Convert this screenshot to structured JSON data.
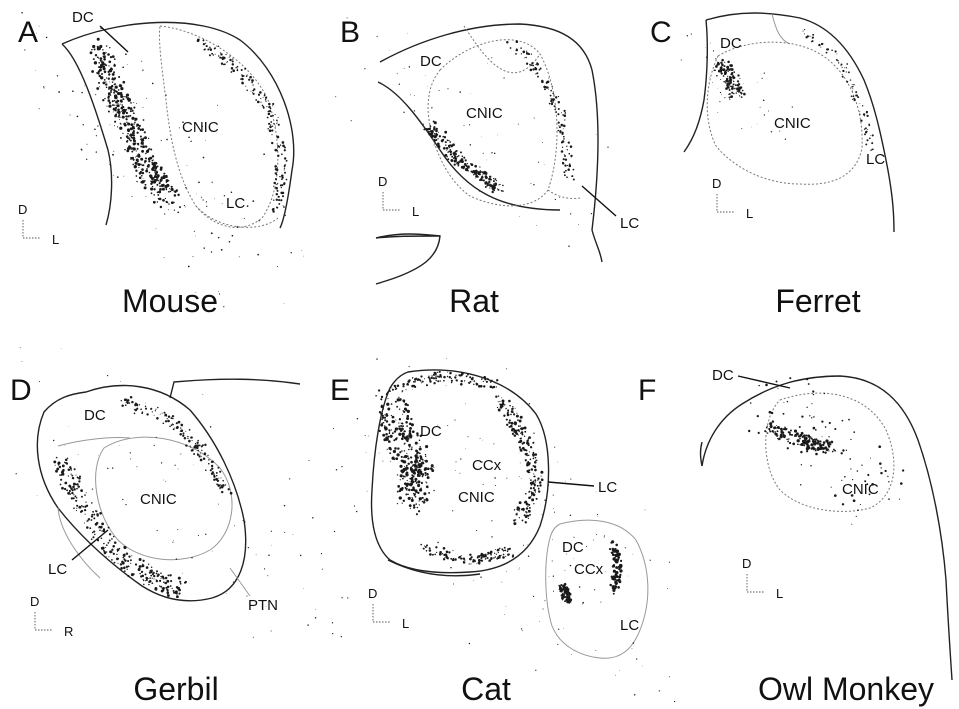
{
  "panels": [
    {
      "letter": "A",
      "species": "Mouse",
      "regions": {
        "dc": "DC",
        "cnic": "CNIC",
        "lc": "LC"
      },
      "axes": {
        "vertical": "D",
        "horizontal": "L"
      }
    },
    {
      "letter": "B",
      "species": "Rat",
      "regions": {
        "dc": "DC",
        "cnic": "CNIC",
        "lc": "LC"
      },
      "axes": {
        "vertical": "D",
        "horizontal": "L"
      }
    },
    {
      "letter": "C",
      "species": "Ferret",
      "regions": {
        "dc": "DC",
        "cnic": "CNIC",
        "lc": "LC"
      },
      "axes": {
        "vertical": "D",
        "horizontal": "L"
      }
    },
    {
      "letter": "D",
      "species": "Gerbil",
      "regions": {
        "dc": "DC",
        "cnic": "CNIC",
        "lc": "LC",
        "ptn": "PTN"
      },
      "axes": {
        "vertical": "D",
        "horizontal": "R"
      }
    },
    {
      "letter": "E",
      "species": "Cat",
      "regions": {
        "dc": "DC",
        "ccx": "CCx",
        "cnic": "CNIC",
        "lc": "LC",
        "dc2": "DC",
        "ccx2": "CCx",
        "lc2": "LC"
      },
      "axes": {
        "vertical": "D",
        "horizontal": "L"
      }
    },
    {
      "letter": "F",
      "species": "Owl Monkey",
      "regions": {
        "dc": "DC",
        "cnic": "CNIC"
      },
      "axes": {
        "vertical": "D",
        "horizontal": "L"
      }
    }
  ],
  "colors": {
    "ink": "#111111",
    "outline": "#222222",
    "dotted": "#777777",
    "background": "#ffffff"
  }
}
